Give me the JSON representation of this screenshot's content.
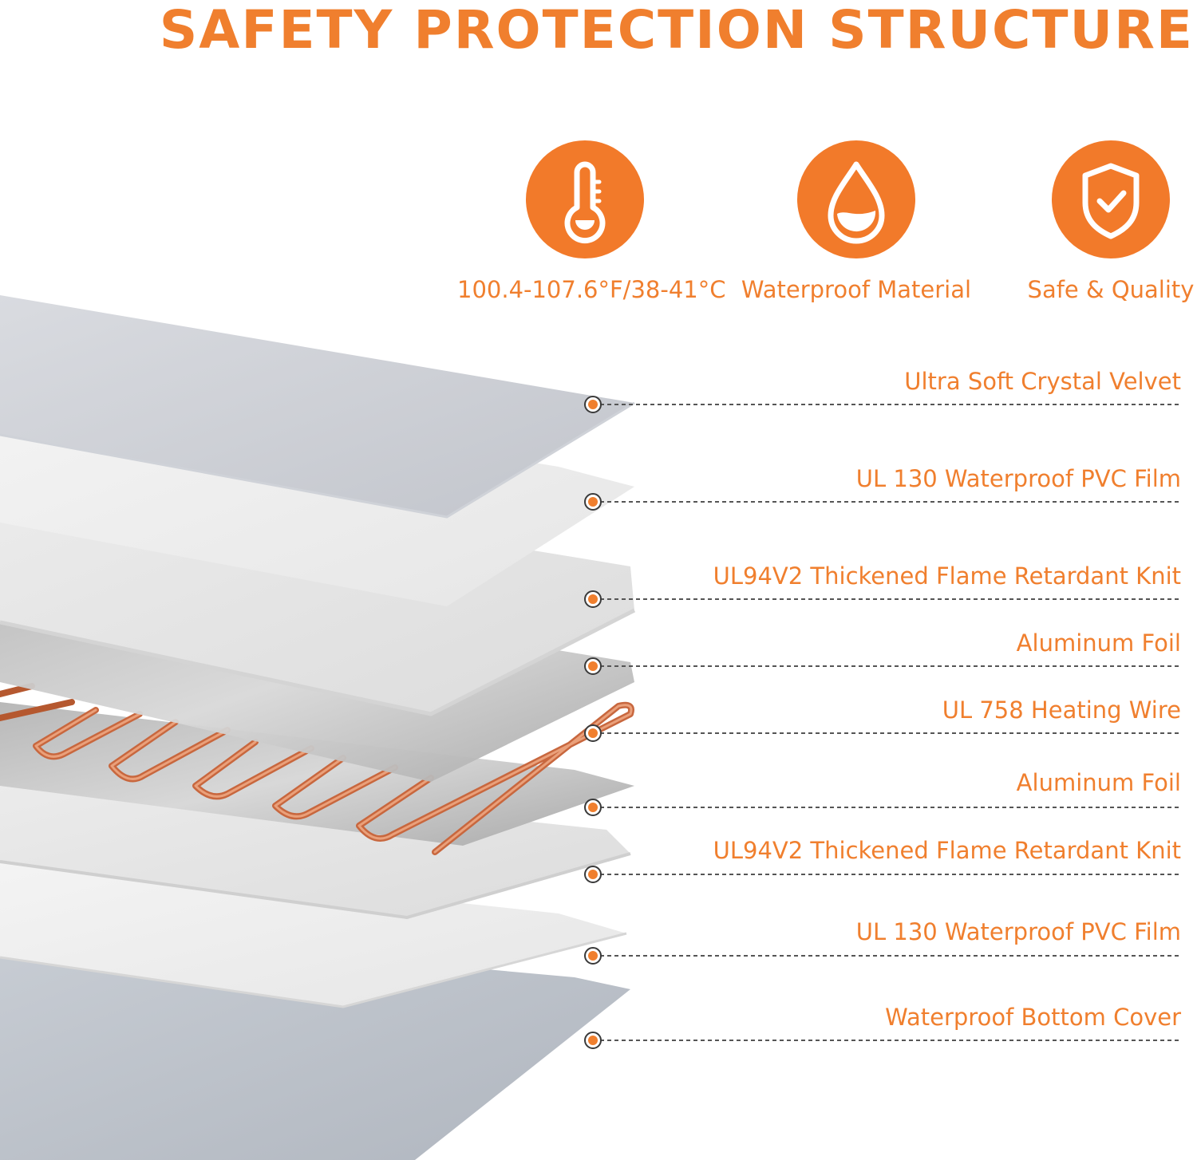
{
  "title": "SAFETY PROTECTION STRUCTURE",
  "features": [
    {
      "label": "100.4-107.6°F/38-41°C",
      "icon": "thermometer-icon"
    },
    {
      "label": "Waterproof Material",
      "icon": "water-drop-icon"
    },
    {
      "label": "Safe & Quality",
      "icon": "shield-check-icon"
    }
  ],
  "layers": [
    {
      "label": "Ultra Soft Crystal Velvet"
    },
    {
      "label": "UL 130 Waterproof PVC Film"
    },
    {
      "label": "UL94V2 Thickened Flame Retardant Knit"
    },
    {
      "label": "Aluminum Foil"
    },
    {
      "label": "UL 758 Heating Wire"
    },
    {
      "label": "Aluminum Foil"
    },
    {
      "label": "UL94V2 Thickened Flame Retardant Knit"
    },
    {
      "label": "UL 130 Waterproof PVC Film"
    },
    {
      "label": "Waterproof Bottom Cover"
    }
  ],
  "colors": {
    "accent": "#f07f2e",
    "copper": "#c8673e"
  }
}
